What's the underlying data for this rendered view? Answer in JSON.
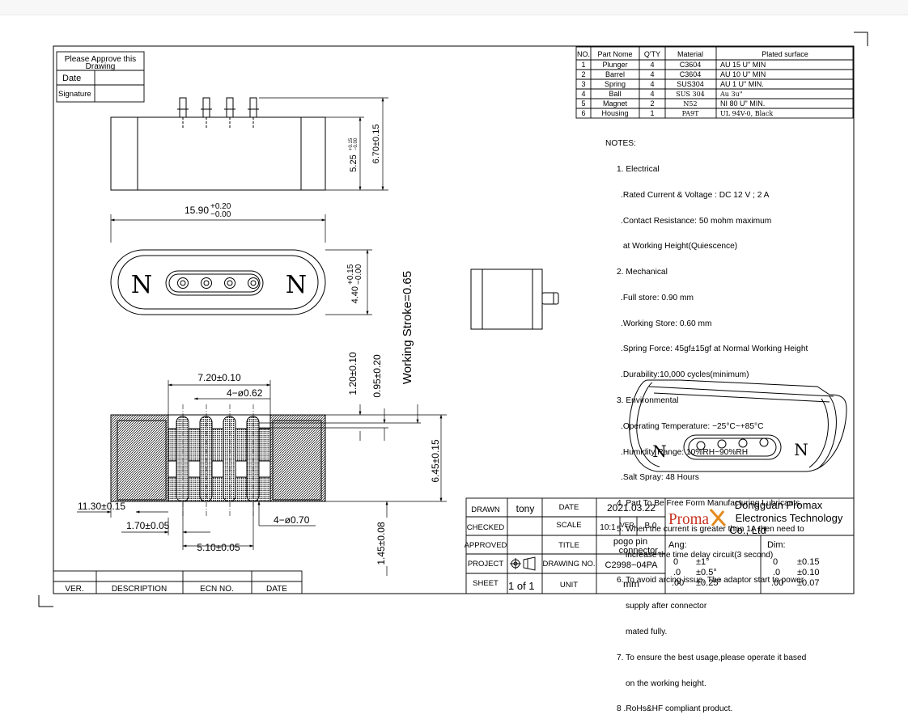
{
  "approval": {
    "title_line1": "Please Approve this",
    "title_line2": "Drawing",
    "date_label": "Date",
    "signature_label": "Signature"
  },
  "bom": {
    "headers": [
      "NO.",
      "Part Nome",
      "Q'TY",
      "Material",
      "Plated surface"
    ],
    "rows": [
      [
        "1",
        "Plunger",
        "4",
        "C3604",
        "AU 15 U\" MIN"
      ],
      [
        "2",
        "Barrel",
        "4",
        "C3604",
        "AU 10 U\" MIN"
      ],
      [
        "3",
        "Spring",
        "4",
        "SUS304",
        "AU 1 U\" MIN."
      ],
      [
        "4",
        "Ball",
        "4",
        "SUS 304",
        "Au 3u\""
      ],
      [
        "5",
        "Magnet",
        "2",
        "N52",
        "NI 80 U\" MIN."
      ],
      [
        "6",
        "Housing",
        "1",
        "PA9T",
        "UL 94V-0, Black"
      ]
    ]
  },
  "notes": {
    "title": "NOTES:",
    "lines": [
      "1. Electrical",
      ".Rated Current & Voltage : DC 12 V ; 2 A",
      ".Contact Resistance: 50 mohm maximum",
      " at Working Height(Quiescence)",
      "2. Mechanical",
      ".Full store: 0.90 mm",
      ".Working Store: 0.60 mm",
      ".Spring Force: 45gf±15gf at Normal Working Height",
      ".Durability:10,000 cycles(minimum)",
      "3. Environmental",
      ".Operating Temperature: −25°C~+85°C",
      ".Humidity Range: 10%RH~90%RH",
      ".Salt Spray: 48 Hours",
      "4. Part To Be Free Form Manufacturing Lubricants.",
      "5. When the current is greater than 1A then need to",
      "increase the time delay circuit(3 second)",
      "6. To avoid arcing issue, The adaptor start to power",
      "supply after connector",
      "mated fully.",
      "7. To ensure the best usage,please operate it based",
      "on the working height.",
      "8 .RoHs&HF compliant product."
    ]
  },
  "dims": {
    "top_width": "15.90",
    "top_width_tol_plus": "+0.20",
    "top_width_tol_minus": "−0.00",
    "side_h1_value": "5.25",
    "side_h1_tol_plus": "+0.15",
    "side_h1_tol_minus": "−0.00",
    "side_h2": "6.70±0.15",
    "face_h_value": "4.40",
    "face_h_tol_plus": "+0.15",
    "face_h_tol_minus": "−0.00",
    "working_stroke": "Working Stroke=0.65",
    "pitch_total": "7.20±0.10",
    "plunger_dia": "4−ø0.62",
    "dim_120": "1.20±0.10",
    "dim_095": "0.95±0.20",
    "dim_645": "6.45±0.15",
    "dim_1130": "11.30±0.15",
    "dim_170": "1.70±0.05",
    "dim_070": "4−ø0.70",
    "dim_510": "5.10±0.05",
    "dim_145": "1.45±0.08",
    "magnet_letter": "N"
  },
  "revision": {
    "headers": [
      "VER.",
      "DESCRIPTION",
      "ECN NO.",
      "DATE"
    ]
  },
  "title_block": {
    "drawn_label": "DRAWN",
    "drawn_value": "tony",
    "date_label": "DATE",
    "date_value": "2021.03.22",
    "checked_label": "CHECKED",
    "scale_label": "SCALE",
    "scale_value": "10:1",
    "ver_label": "VER.",
    "ver_value": "B.0",
    "approved_label": "APPROVED",
    "title_label": "TITLE",
    "title_value_line1": "pogo pin",
    "title_value_line2": "connector.",
    "project_label": "PROJECT",
    "drawing_no_label": "DRAWING NO.",
    "drawing_no_value": "C2998−04PA",
    "sheet_label": "SHEET",
    "sheet_value": "1 of 1",
    "unit_label": "UNIT",
    "unit_value": "mm",
    "company_line1": "Dongguan Promax",
    "company_line2": "Electronics Technology",
    "company_line3": "Co., Ltd",
    "logo_text": "Proma",
    "ang_label": "Ang:",
    "ang_rows": [
      [
        "0",
        "±1°"
      ],
      [
        ".0",
        "±0.5°"
      ],
      [
        ".00",
        "±0.25°"
      ]
    ],
    "dim_label": "Dim:",
    "dim_rows": [
      [
        "0",
        "±0.15"
      ],
      [
        ".0",
        "±0.10"
      ],
      [
        ".00",
        "±0.07"
      ]
    ]
  }
}
